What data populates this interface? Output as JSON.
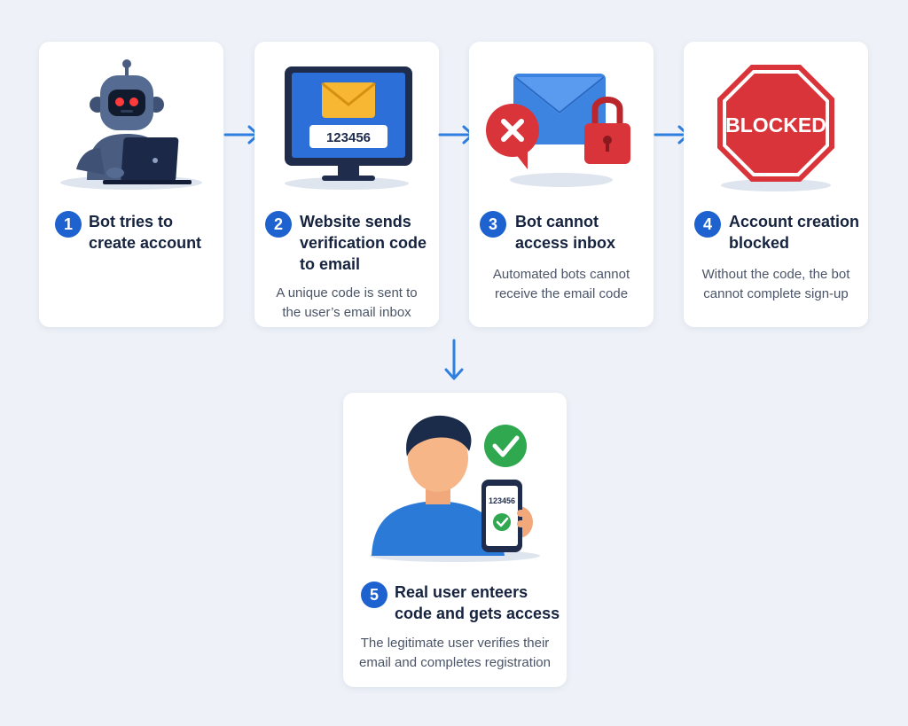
{
  "colors": {
    "background": "#eef2f8",
    "card": "#ffffff",
    "accent": "#1e62d0",
    "arrow": "#2f7fe0",
    "danger": "#d9343a",
    "success": "#2fa84f",
    "title_text": "#16233f",
    "body_text": "#4b5567"
  },
  "steps": [
    {
      "number": "1",
      "title": "Bot tries to\ncreate account",
      "description": "",
      "icon": "robot-with-laptop-icon"
    },
    {
      "number": "2",
      "title": "Website sends\nverification code\nto  email",
      "description": "A unique code is sent to the user’s email inbox",
      "icon": "monitor-with-email-icon",
      "code_shown": "123456"
    },
    {
      "number": "3",
      "title": "Bot cannot\naccess inbox",
      "description": "Automated bots cannot receive the email code",
      "icon": "locked-email-icon"
    },
    {
      "number": "4",
      "title": "Account creation\nblocked",
      "description": "Without the code, the bot cannot complete sign-up",
      "icon": "stop-sign-icon",
      "sign_text": "BLOCKED"
    },
    {
      "number": "5",
      "title": "Real user enteers\ncode and gets access",
      "description": "The legitimate user verifies their email and completes registration",
      "icon": "user-with-phone-icon",
      "code_shown": "123456"
    }
  ]
}
